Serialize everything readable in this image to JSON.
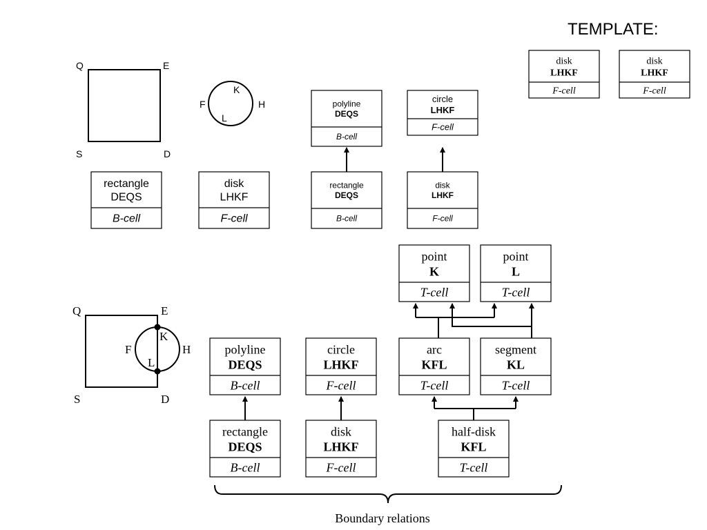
{
  "template_heading": "TEMPLATE:",
  "template_cells": [
    {
      "name": "disk",
      "code": "LHKF",
      "type": "F-cell"
    },
    {
      "name": "disk",
      "code": "LHKF",
      "type": "F-cell"
    }
  ],
  "top_figure": {
    "square_vertices": {
      "q": "Q",
      "e": "E",
      "s": "S",
      "d": "D"
    },
    "circle_points": {
      "k": "K",
      "f": "F",
      "h": "H",
      "l": "L"
    }
  },
  "top_cells": {
    "rectangle": {
      "name": "rectangle",
      "code": "DEQS",
      "type": "B-cell"
    },
    "disk": {
      "name": "disk",
      "code": "LHKF",
      "type": "F-cell"
    },
    "polyline_small": {
      "name": "polyline",
      "code": "DEQS",
      "type": "B-cell"
    },
    "rectangle_small": {
      "name": "rectangle",
      "code": "DEQS",
      "type": "B-cell"
    },
    "circle_small": {
      "name": "circle",
      "code": "LHKF",
      "type": "F-cell"
    },
    "disk_small": {
      "name": "disk",
      "code": "LHKF",
      "type": "F-cell"
    }
  },
  "bottom_figure": {
    "labels": {
      "q": "Q",
      "e": "E",
      "s": "S",
      "d": "D",
      "f": "F",
      "k": "K",
      "h": "H",
      "l": "L"
    }
  },
  "bottom_cells": {
    "polyline": {
      "name": "polyline",
      "code": "DEQS",
      "type": "B-cell"
    },
    "rectangle": {
      "name": "rectangle",
      "code": "DEQS",
      "type": "B-cell"
    },
    "circle": {
      "name": "circle",
      "code": "LHKF",
      "type": "F-cell"
    },
    "disk": {
      "name": "disk",
      "code": "LHKF",
      "type": "F-cell"
    },
    "point_k": {
      "name": "point",
      "code": "K",
      "type": "T-cell"
    },
    "point_l": {
      "name": "point",
      "code": "L",
      "type": "T-cell"
    },
    "arc": {
      "name": "arc",
      "code": "KFL",
      "type": "T-cell"
    },
    "segment": {
      "name": "segment",
      "code": "KL",
      "type": "T-cell"
    },
    "half_disk": {
      "name": "half-disk",
      "code": "KFL",
      "type": "T-cell"
    }
  },
  "caption": "Boundary relations"
}
